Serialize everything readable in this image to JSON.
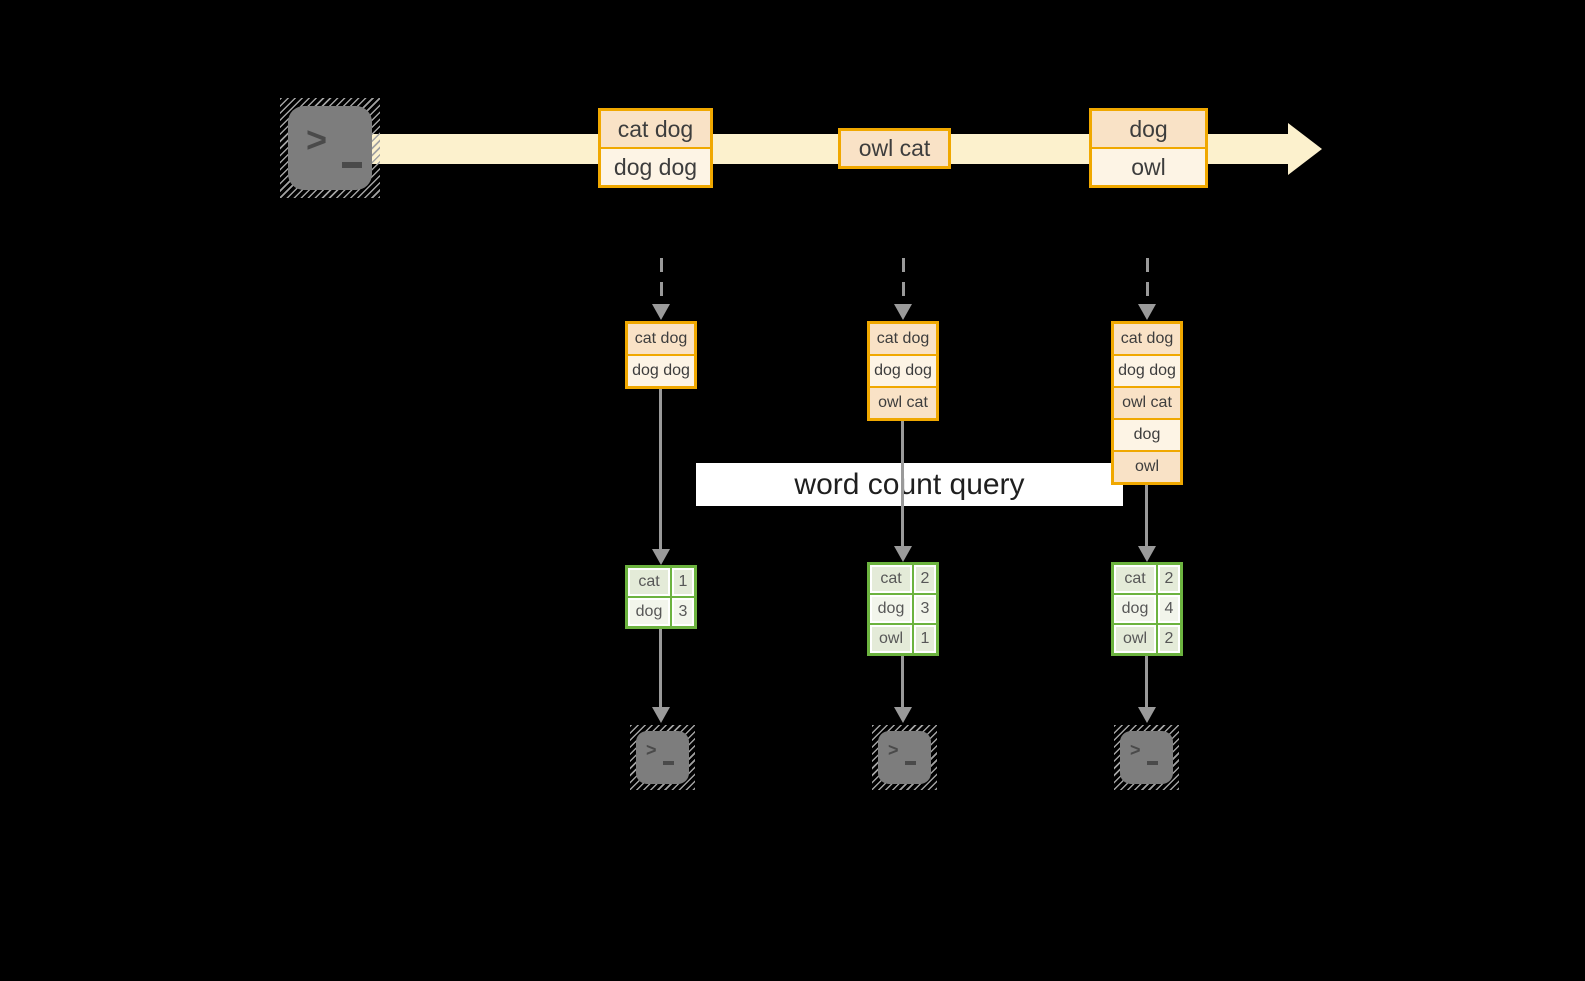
{
  "palette": {
    "background": "#000000",
    "amber_border": "#f0a800",
    "peach_fill": "#f9e2c6",
    "cream_fill": "#fdf4e5",
    "band_fill": "#fcf1cd",
    "green_border": "#6cb33f",
    "sage_fill": "#e4ebd8",
    "sage_light_fill": "#f2f5eb",
    "arrow_gray": "#9a9a9a",
    "terminal_gray": "#7d7d7d",
    "banner_bg": "#ffffff"
  },
  "banner": {
    "label": "word count query"
  },
  "terminal": {
    "chevron": ">",
    "cursor_shape": "underscore"
  },
  "stream": {
    "events": [
      {
        "lines": [
          "cat dog",
          "dog dog"
        ]
      },
      {
        "lines": [
          "owl cat"
        ]
      },
      {
        "lines": [
          "dog",
          "owl"
        ]
      }
    ]
  },
  "columns": [
    {
      "batch": [
        "cat dog",
        "dog dog"
      ],
      "counts": [
        {
          "word": "cat",
          "count": "1"
        },
        {
          "word": "dog",
          "count": "3"
        }
      ]
    },
    {
      "batch": [
        "cat dog",
        "dog dog",
        "owl cat"
      ],
      "counts": [
        {
          "word": "cat",
          "count": "2"
        },
        {
          "word": "dog",
          "count": "3"
        },
        {
          "word": "owl",
          "count": "1"
        }
      ]
    },
    {
      "batch": [
        "cat dog",
        "dog dog",
        "owl cat",
        "dog",
        "owl"
      ],
      "counts": [
        {
          "word": "cat",
          "count": "2"
        },
        {
          "word": "dog",
          "count": "4"
        },
        {
          "word": "owl",
          "count": "2"
        }
      ]
    }
  ]
}
